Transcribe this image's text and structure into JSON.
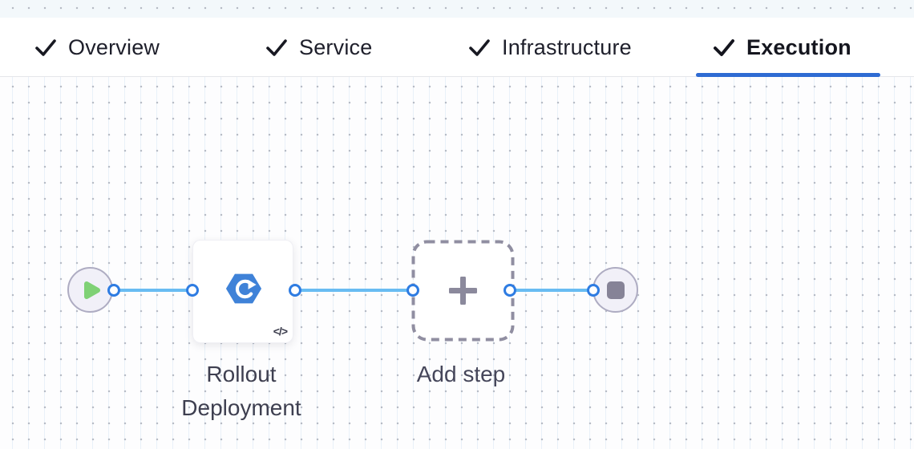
{
  "header": {
    "tabs": [
      {
        "label": "Overview",
        "icon": "check-icon",
        "completed": true,
        "active": false
      },
      {
        "label": "Service",
        "icon": "check-icon",
        "completed": true,
        "active": false
      },
      {
        "label": "Infrastructure",
        "icon": "check-icon",
        "completed": true,
        "active": false
      },
      {
        "label": "Execution",
        "icon": "check-icon",
        "completed": true,
        "active": true
      }
    ]
  },
  "canvas": {
    "start_node": {
      "icon": "play-icon"
    },
    "steps": [
      {
        "label": "Rollout\nDeployment",
        "icon": "k8s-rollout-icon",
        "code_badge": "</>"
      }
    ],
    "add_step": {
      "label": "Add step",
      "icon": "plus-icon"
    },
    "end_node": {
      "icon": "stop-icon"
    }
  },
  "colors": {
    "active_tab_underline": "#2e6bd3",
    "connector_line": "#69bcf2",
    "connector_port": "#2e7ce2",
    "terminal_node_fill": "#f1f0f8",
    "terminal_node_border": "#aeacc2",
    "play_green": "#7fd175",
    "stop_grey": "#868397",
    "step_icon_blue": "#3f82d8",
    "dashed_border": "#908ea1",
    "plus_grey": "#8b899c",
    "label_text": "#3e3f50",
    "tab_text": "#1e1f2b"
  }
}
